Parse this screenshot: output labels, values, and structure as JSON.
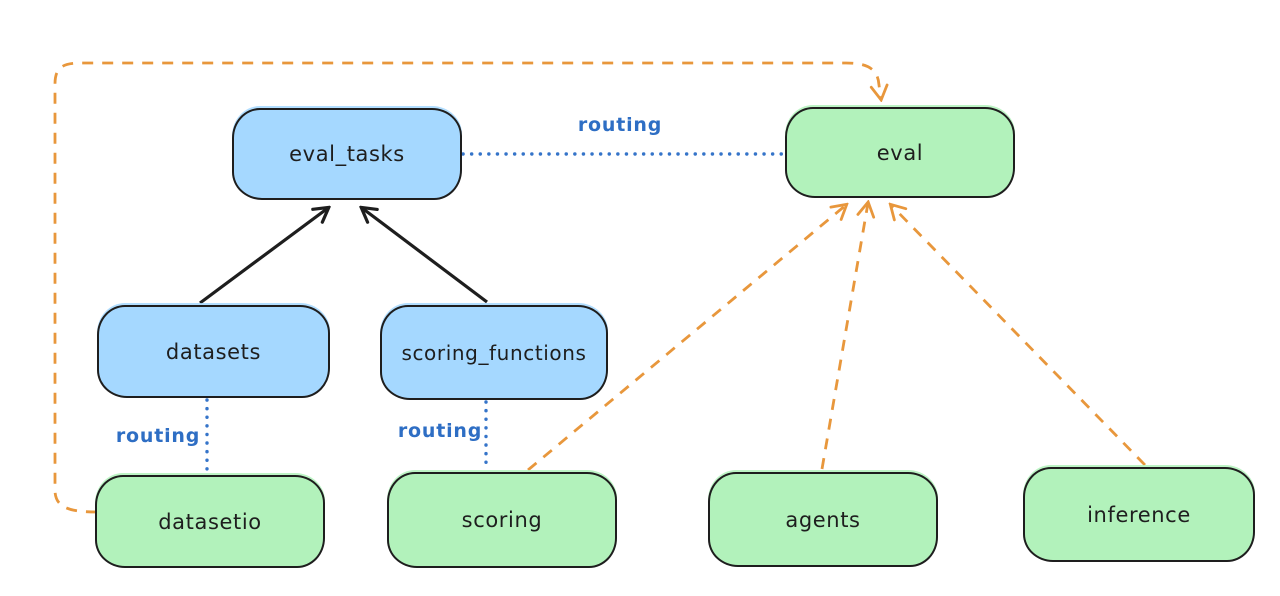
{
  "diagram": {
    "type": "architecture-diagram",
    "nodes": {
      "eval_tasks": {
        "label": "eval_tasks",
        "color": "blue"
      },
      "eval": {
        "label": "eval",
        "color": "green"
      },
      "datasets": {
        "label": "datasets",
        "color": "blue"
      },
      "scoring_functions": {
        "label": "scoring_functions",
        "color": "blue"
      },
      "datasetio": {
        "label": "datasetio",
        "color": "green"
      },
      "scoring": {
        "label": "scoring",
        "color": "green"
      },
      "agents": {
        "label": "agents",
        "color": "green"
      },
      "inference": {
        "label": "inference",
        "color": "green"
      }
    },
    "labels": {
      "routing_top": "routing",
      "routing_left": "routing",
      "routing_mid": "routing"
    },
    "edges": [
      {
        "from": "datasets",
        "to": "eval_tasks",
        "style": "solid-black-arrow"
      },
      {
        "from": "scoring_functions",
        "to": "eval_tasks",
        "style": "solid-black-arrow"
      },
      {
        "from": "eval_tasks",
        "to": "eval",
        "style": "dotted-blue",
        "label": "routing"
      },
      {
        "from": "datasets",
        "to": "datasetio",
        "style": "dotted-blue",
        "label": "routing"
      },
      {
        "from": "scoring_functions",
        "to": "scoring",
        "style": "dotted-blue",
        "label": "routing"
      },
      {
        "from": "datasetio",
        "to": "eval",
        "style": "dashed-orange-arrow"
      },
      {
        "from": "scoring",
        "to": "eval",
        "style": "dashed-orange-arrow"
      },
      {
        "from": "agents",
        "to": "eval",
        "style": "dashed-orange-arrow"
      },
      {
        "from": "inference",
        "to": "eval",
        "style": "dashed-orange-arrow"
      }
    ],
    "colors": {
      "blue_fill": "#a5d8ff",
      "green_fill": "#b2f2bb",
      "stroke": "#1e1e1e",
      "orange_arrow": "#e8973c",
      "routing_blue": "#2e6ec4",
      "background": "#ffffff"
    }
  }
}
